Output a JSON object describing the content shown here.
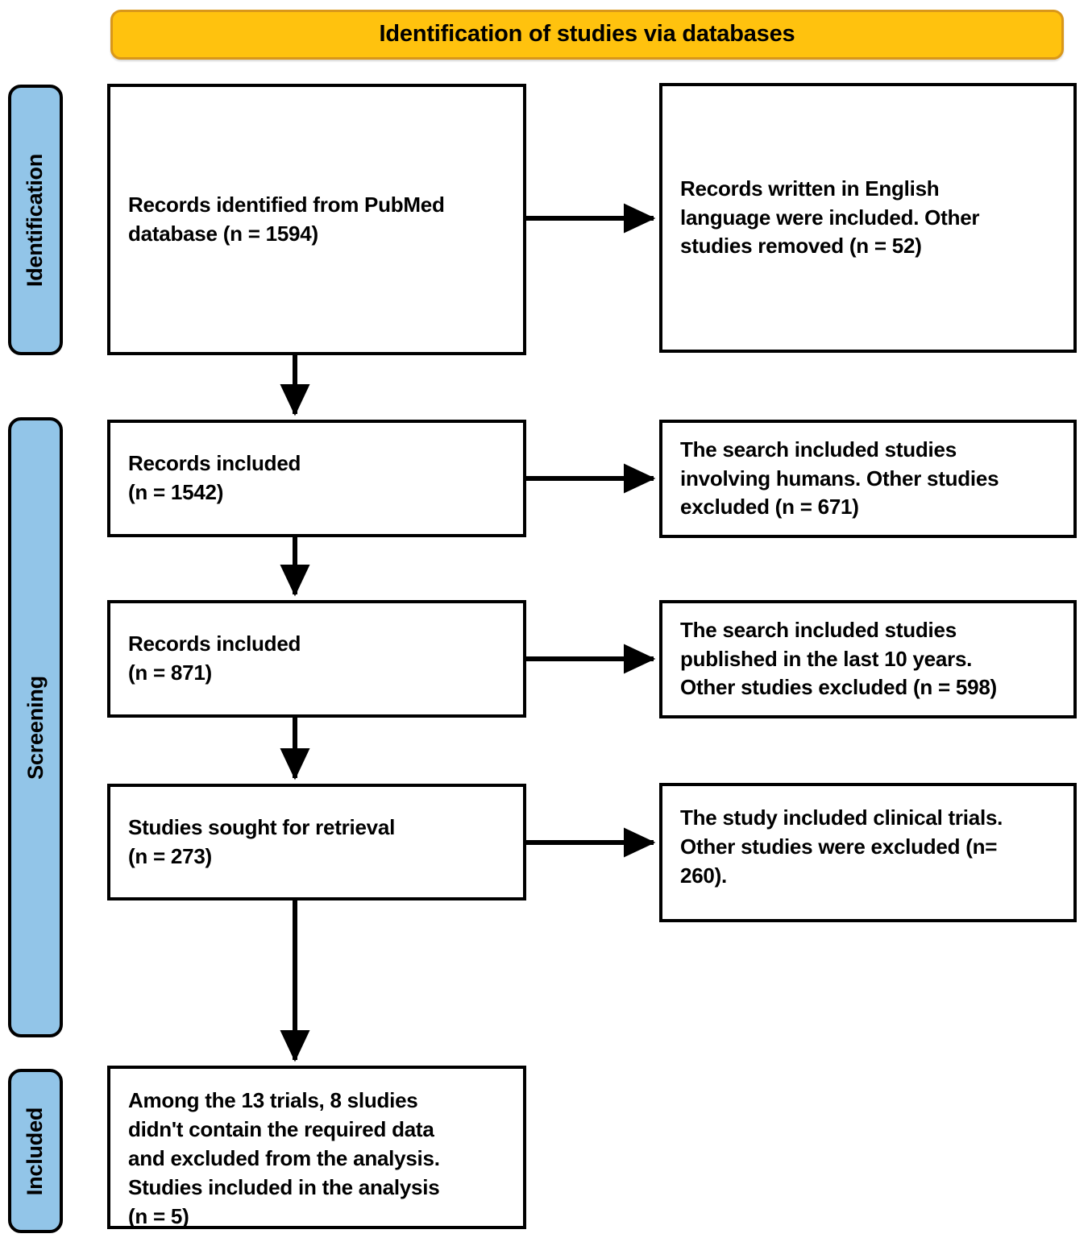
{
  "header": {
    "title": "Identification of studies via databases",
    "fill_color": "#FFC20E",
    "border_color": "#D9971A"
  },
  "stages": [
    {
      "label": "Identification",
      "fill_color": "#92C5E8"
    },
    {
      "label": "Screening",
      "fill_color": "#92C5E8"
    },
    {
      "label": "Included",
      "fill_color": "#92C5E8"
    }
  ],
  "flow": {
    "left_boxes": [
      {
        "text": "Records identified from PubMed\ndatabase (n = 1594)",
        "n": 1594
      },
      {
        "text": "Records included\n(n = 1542)",
        "n": 1542
      },
      {
        "text": "Records included\n(n = 871)",
        "n": 871
      },
      {
        "text": "Studies sought for retrieval\n(n = 273)",
        "n": 273
      },
      {
        "text": "Among the 13 trials, 8 sludies\ndidn't contain the required data\nand excluded from the analysis.\nStudies included in the analysis\n(n = 5)",
        "n": 5
      }
    ],
    "right_boxes": [
      {
        "text": "Records written in English\nlanguage were included. Other\nstudies removed (n = 52)",
        "n": 52
      },
      {
        "text": "The search included studies\ninvolving humans. Other studies\nexcluded (n = 671)",
        "n": 671
      },
      {
        "text": "The search included studies\npublished in the last 10 years.\nOther studies excluded (n = 598)",
        "n": 598
      },
      {
        "text": "The study included clinical trials.\nOther studies were excluded (n=\n260).",
        "n": 260
      }
    ]
  }
}
